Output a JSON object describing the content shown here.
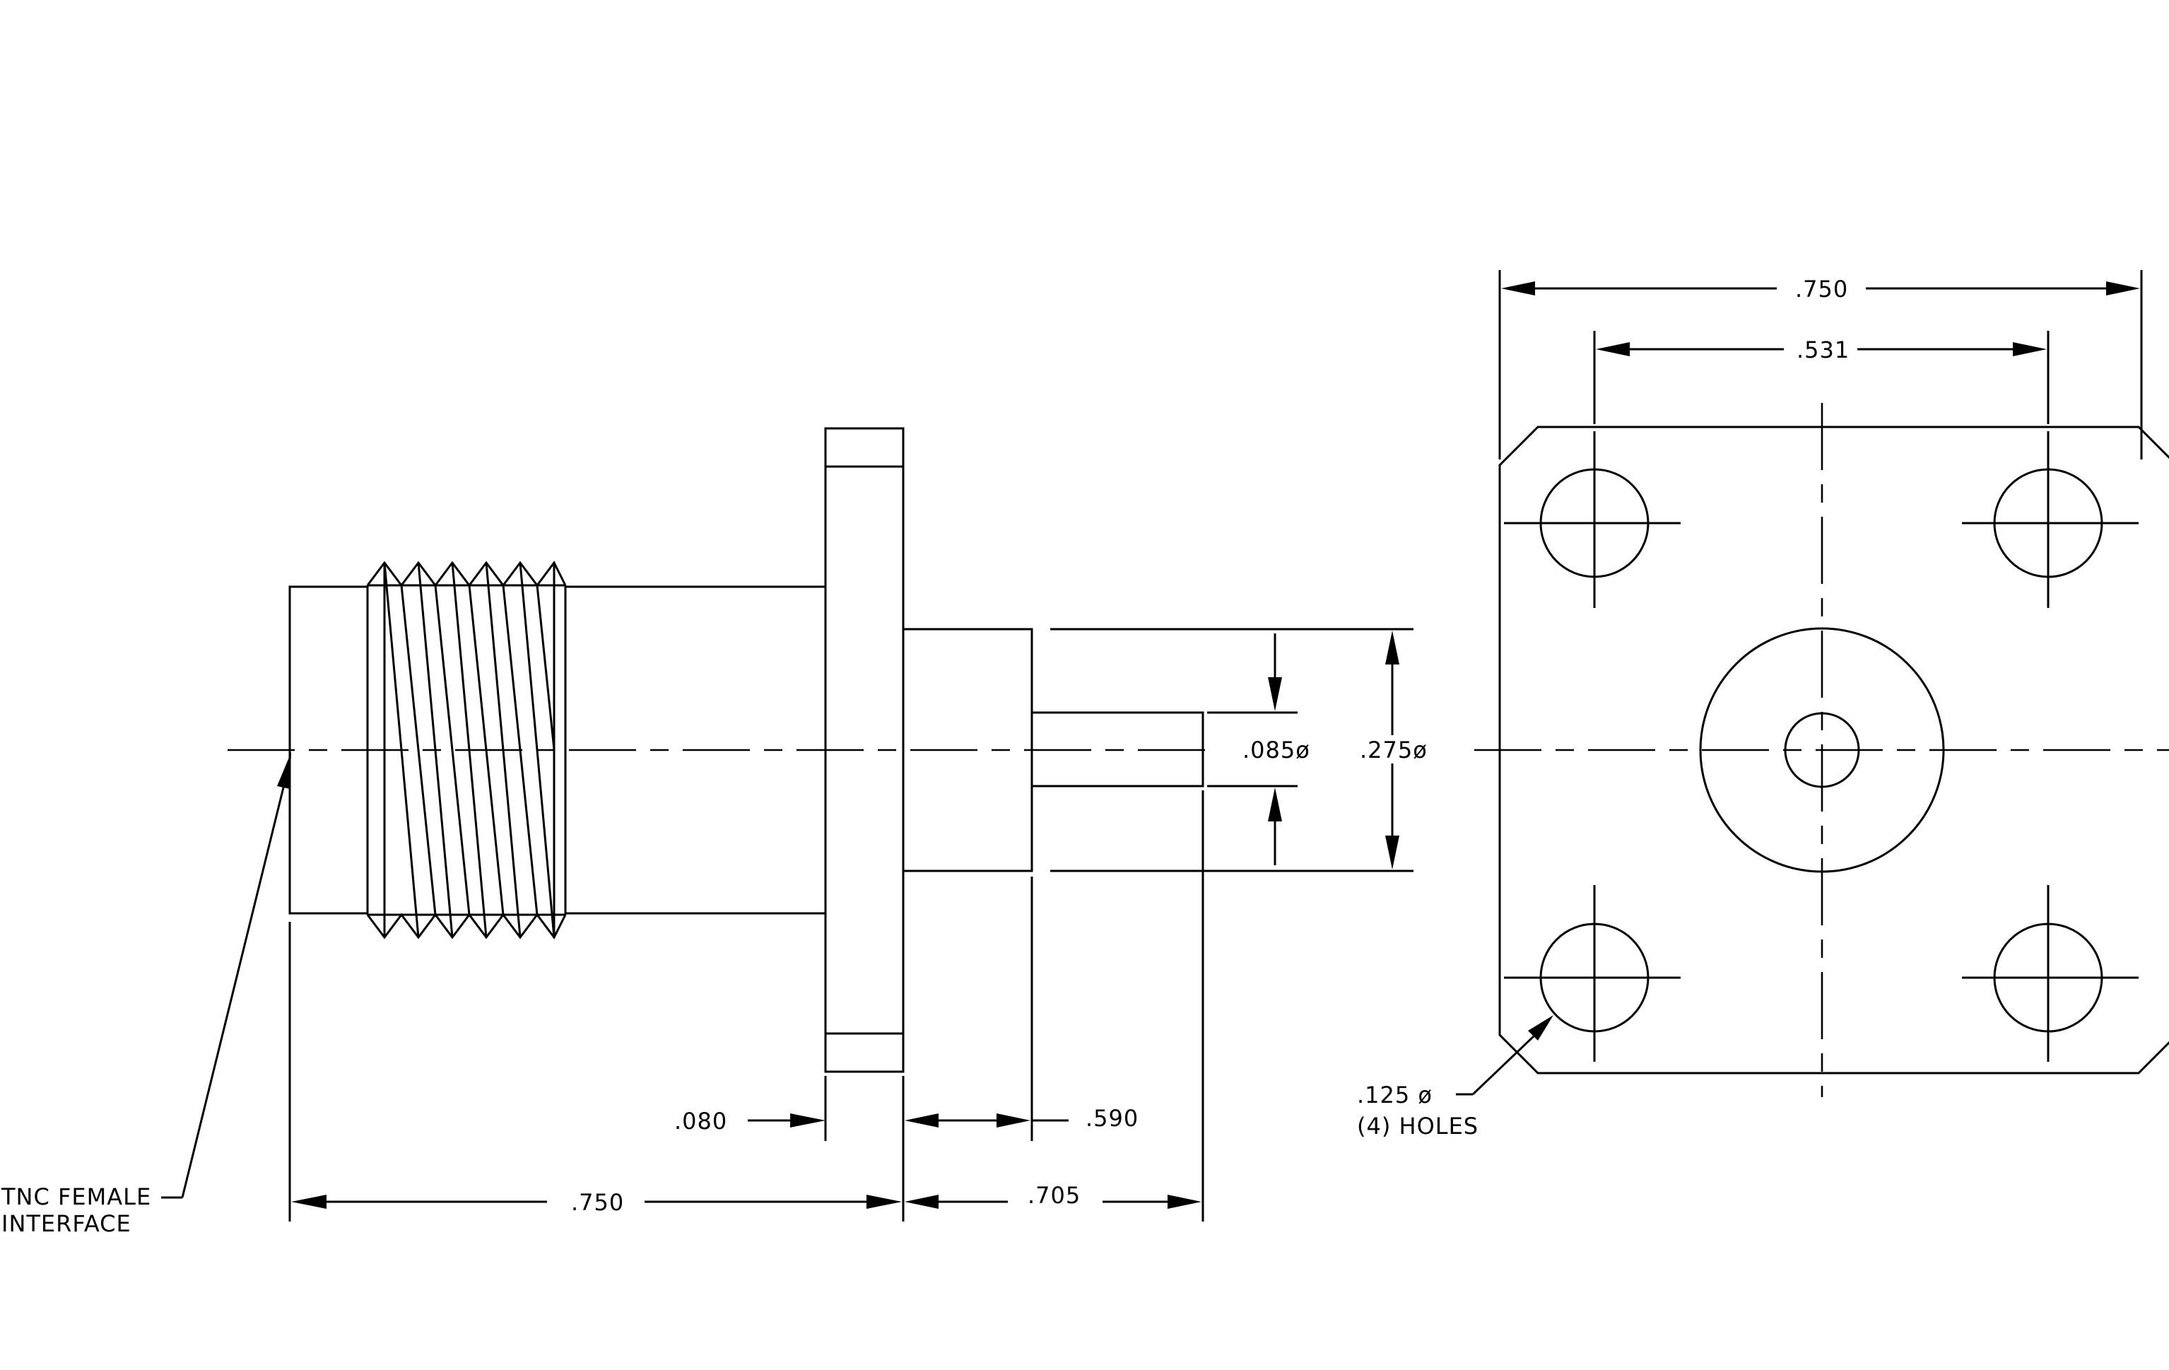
{
  "side_view": {
    "dim_overall_length": ".750",
    "dim_flange_thickness": ".080",
    "dim_body_length": ".590",
    "dim_rear_length": ".705",
    "dim_pin_diameter": ".085ø",
    "dim_body_diameter": ".275ø",
    "callout_interface_line1": "TNC  FEMALE",
    "callout_interface_line2": "INTERFACE"
  },
  "front_view": {
    "dim_flange_width": ".750",
    "dim_hole_spacing": ".531",
    "callout_holes_line1": ".125  ø",
    "callout_holes_line2": "(4)  HOLES"
  }
}
